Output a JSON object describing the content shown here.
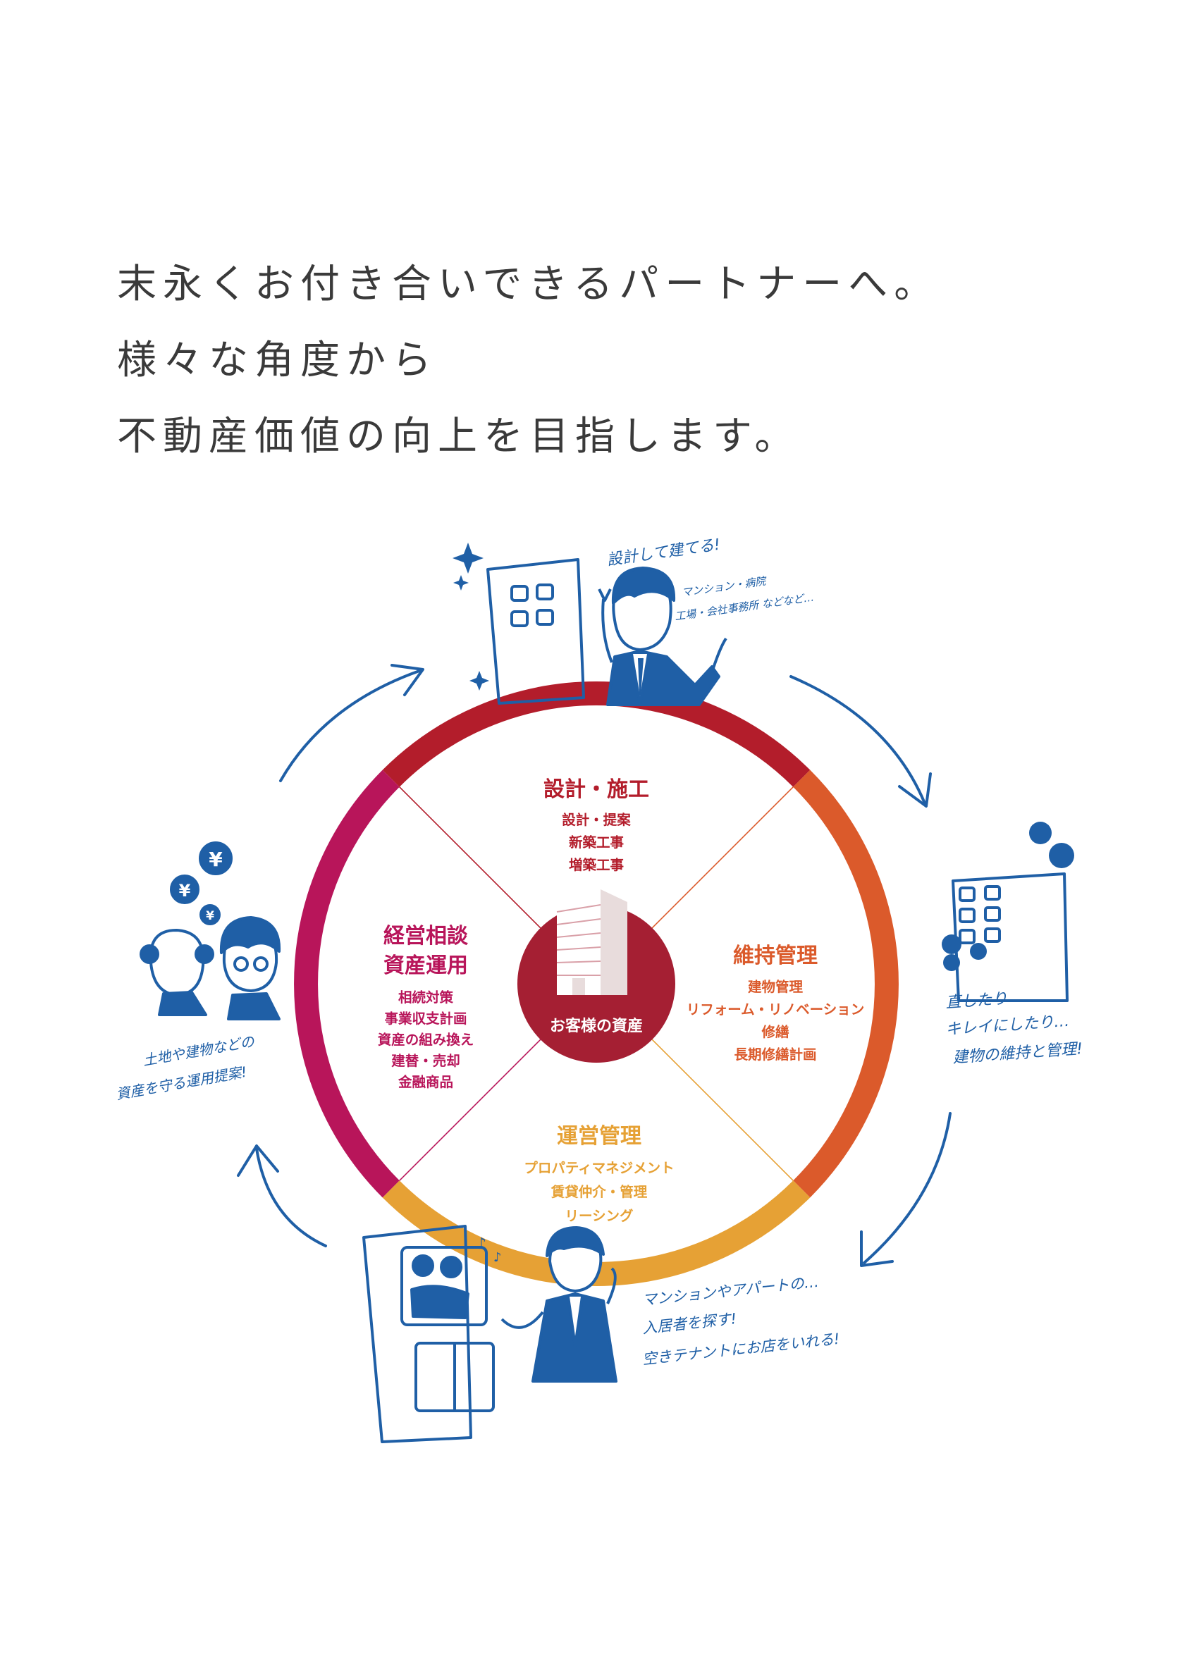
{
  "headline": {
    "line1": "末永くお付き合いできるパートナーへ。",
    "line2": "様々な角度から",
    "line3": "不動産価値の向上を目指します。"
  },
  "colors": {
    "design": "#b31d2b",
    "maintenance": "#db5a2b",
    "operation": "#e6a135",
    "consulting": "#b8155a",
    "center": "#a51f33",
    "illustration": "#1f5fa6"
  },
  "center": {
    "label": "お客様の資産"
  },
  "sections": {
    "design": {
      "title": "設計・施工",
      "items": [
        "設計・提案",
        "新築工事",
        "増築工事"
      ]
    },
    "maintenance": {
      "title": "維持管理",
      "items": [
        "建物管理",
        "リフォーム・リノベーション",
        "修繕",
        "長期修繕計画"
      ]
    },
    "operation": {
      "title": "運営管理",
      "items": [
        "プロパティマネジメント",
        "賃貸仲介・管理",
        "リーシング"
      ]
    },
    "consulting": {
      "title_lines": [
        "経営相談",
        "資産運用"
      ],
      "items": [
        "相続対策",
        "事業収支計画",
        "資産の組み換え",
        "建替・売却",
        "金融商品"
      ]
    }
  },
  "notes": {
    "top": {
      "main": "設計して建てる!",
      "sub1": "マンション・病院",
      "sub2": "工場・会社事務所 などなど…"
    },
    "right": {
      "line1": "直したり",
      "line2": "キレイにしたり…",
      "line3": "建物の維持と管理!"
    },
    "bottom": {
      "line1": "マンションやアパートの…",
      "line2": "入居者を探す!",
      "line3": "空きテナントにお店をいれる!"
    },
    "left": {
      "line1": "土地や建物などの",
      "line2": "資産を守る運用提案!"
    }
  },
  "icons": {
    "yen": "¥",
    "music": "♪"
  }
}
